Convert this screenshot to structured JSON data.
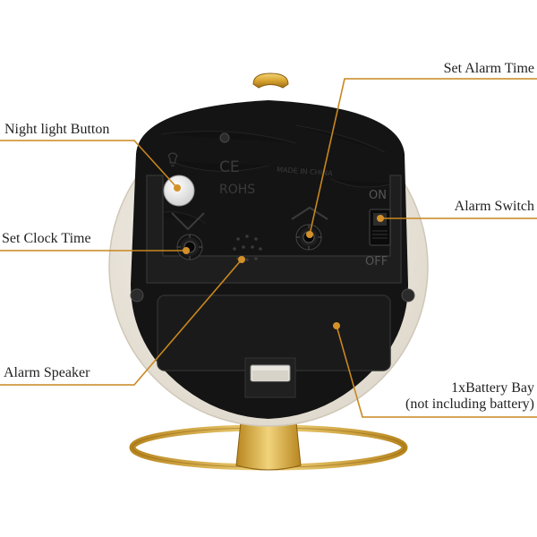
{
  "callouts": {
    "night_light": "Night light Button",
    "set_clock_time": "Set Clock Time",
    "alarm_speaker": "Alarm Speaker",
    "set_alarm_time": "Set Alarm Time",
    "alarm_switch": "Alarm Switch",
    "battery_bay": "1xBattery Bay",
    "battery_note": "(not including battery)"
  },
  "embossed": {
    "ce": "CE",
    "rohs": "ROHS",
    "made_in": "MADE IN CHINA",
    "switch_on": "ON",
    "switch_off": "OFF"
  },
  "colors": {
    "callout_line": "#c8871e",
    "casing": "#efebe2",
    "back_panel": "#151515",
    "gold": "#d9a531"
  }
}
